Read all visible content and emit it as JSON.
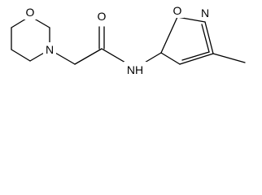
{
  "molecule": {
    "name": "",
    "atoms": {
      "morpholine_oxygen": "O",
      "morpholine_nitrogen": "N",
      "carbonyl_oxygen": "O",
      "amide_nh": "NH",
      "isoxazole_oxygen": "O",
      "isoxazole_nitrogen": "N"
    }
  },
  "colors": {
    "bond": "#000000",
    "label": "#000000",
    "background": "#ffffff"
  }
}
